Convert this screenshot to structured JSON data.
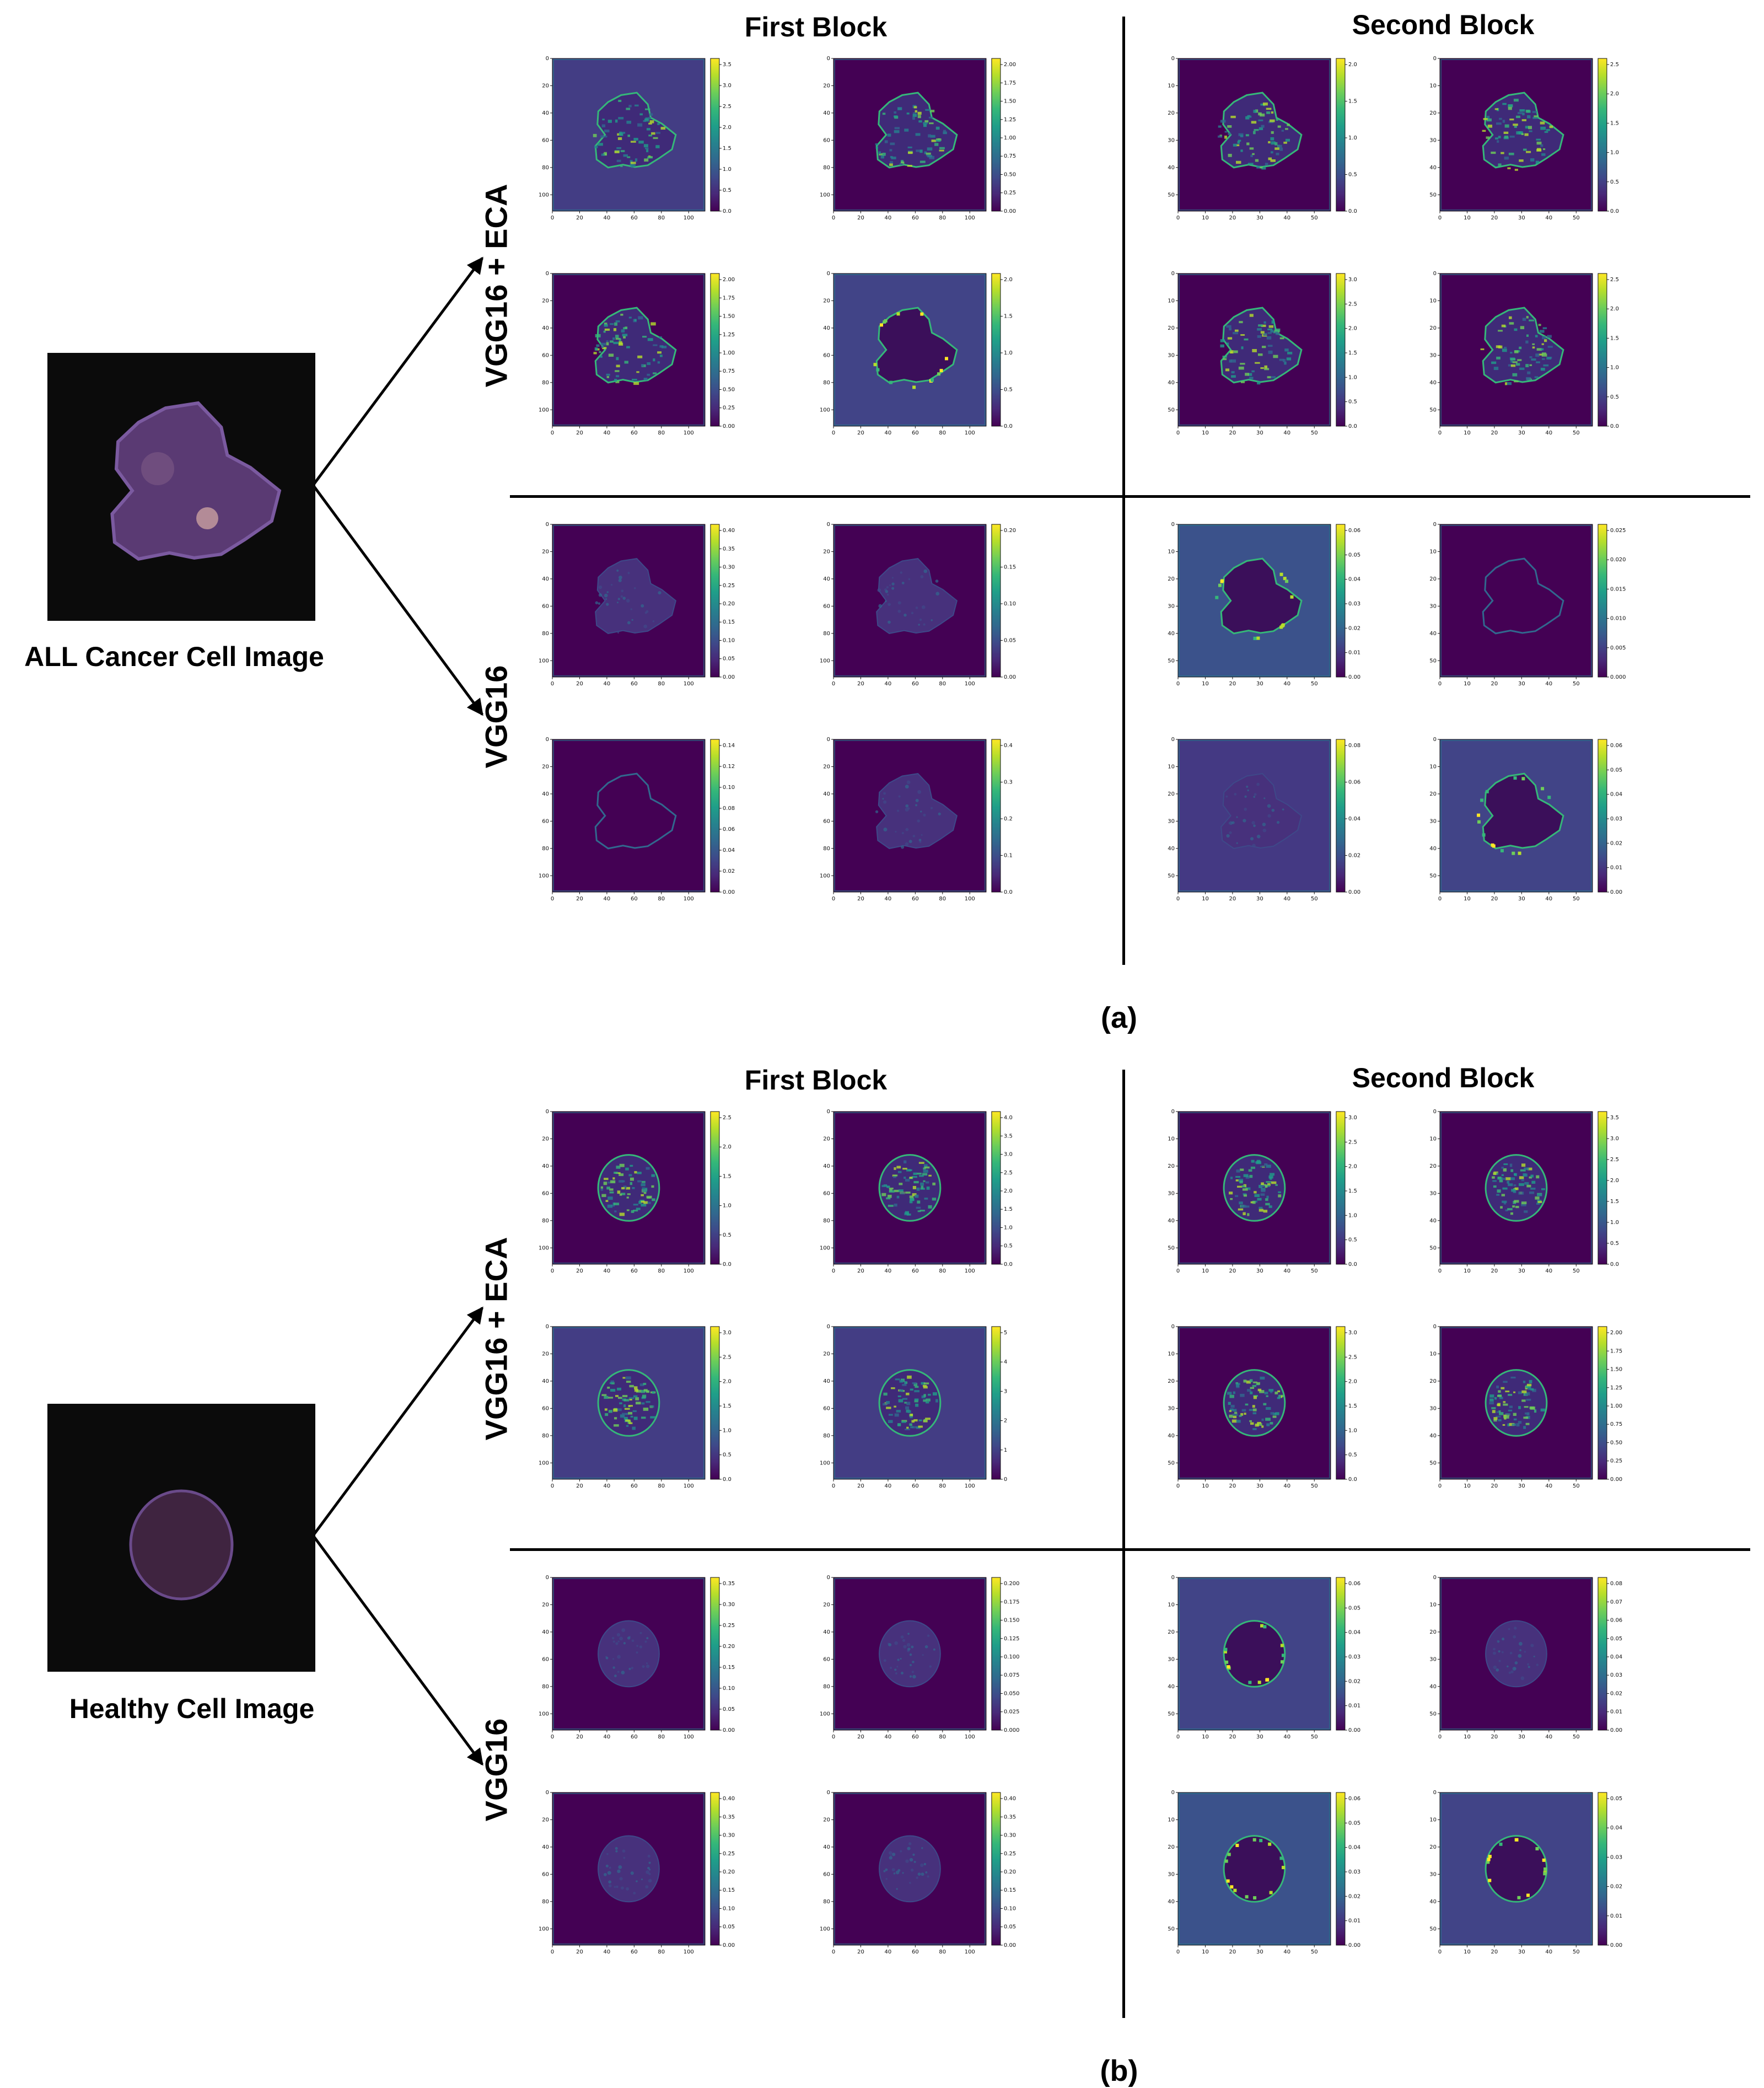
{
  "colors": {
    "line": "#000000",
    "background": "#ffffff",
    "cell_bg": "#0b0b0b"
  },
  "icons": {
    "arrow": "arrow-right-icon"
  },
  "panels": [
    {
      "label": "(a)",
      "caption": "ALL Cancer Cell Image",
      "col_headers": [
        "First Block",
        "Second Block"
      ],
      "row_labels": [
        "VGG16 + ECA",
        "VGG16"
      ],
      "cell_shape": "irregular",
      "maps": [
        {
          "block": "first",
          "model": "VGG16 + ECA",
          "cbar": [
            "0.0",
            "0.5",
            "1.0",
            "1.5",
            "2.0",
            "2.5",
            "3.0",
            "3.5"
          ],
          "bg": "#433d84",
          "render": "texture"
        },
        {
          "block": "first",
          "model": "VGG16 + ECA",
          "cbar": [
            "0.00",
            "0.25",
            "0.50",
            "0.75",
            "1.00",
            "1.25",
            "1.50",
            "1.75",
            "2.00"
          ],
          "bg": "#440154",
          "render": "texture"
        },
        {
          "block": "first",
          "model": "VGG16 + ECA",
          "cbar": [
            "0.00",
            "0.25",
            "0.50",
            "0.75",
            "1.00",
            "1.25",
            "1.50",
            "1.75",
            "2.00"
          ],
          "bg": "#440154",
          "render": "texture"
        },
        {
          "block": "first",
          "model": "VGG16 + ECA",
          "cbar": [
            "0.0",
            "0.5",
            "1.0",
            "1.5",
            "2.0"
          ],
          "bg": "#414487",
          "render": "dark-interior"
        },
        {
          "block": "first",
          "model": "VGG16",
          "cbar": [
            "0.00",
            "0.05",
            "0.10",
            "0.15",
            "0.20",
            "0.25",
            "0.30",
            "0.35",
            "0.40"
          ],
          "bg": "#440154",
          "render": "faint"
        },
        {
          "block": "first",
          "model": "VGG16",
          "cbar": [
            "0.00",
            "0.05",
            "0.10",
            "0.15",
            "0.20"
          ],
          "bg": "#440154",
          "render": "faint"
        },
        {
          "block": "first",
          "model": "VGG16",
          "cbar": [
            "0.00",
            "0.02",
            "0.04",
            "0.06",
            "0.08",
            "0.10",
            "0.12",
            "0.14"
          ],
          "bg": "#440154",
          "render": "edges"
        },
        {
          "block": "first",
          "model": "VGG16",
          "cbar": [
            "0.0",
            "0.1",
            "0.2",
            "0.3",
            "0.4"
          ],
          "bg": "#440154",
          "render": "faint"
        },
        {
          "block": "second",
          "model": "VGG16 + ECA",
          "cbar": [
            "0.0",
            "0.5",
            "1.0",
            "1.5",
            "2.0"
          ],
          "bg": "#440154",
          "render": "texture"
        },
        {
          "block": "second",
          "model": "VGG16 + ECA",
          "cbar": [
            "0.0",
            "0.5",
            "1.0",
            "1.5",
            "2.0",
            "2.5"
          ],
          "bg": "#440154",
          "render": "texture"
        },
        {
          "block": "second",
          "model": "VGG16 + ECA",
          "cbar": [
            "0.0",
            "0.5",
            "1.0",
            "1.5",
            "2.0",
            "2.5",
            "3.0"
          ],
          "bg": "#440154",
          "render": "texture"
        },
        {
          "block": "second",
          "model": "VGG16 + ECA",
          "cbar": [
            "0.0",
            "0.5",
            "1.0",
            "1.5",
            "2.0",
            "2.5"
          ],
          "bg": "#440154",
          "render": "texture"
        },
        {
          "block": "second",
          "model": "VGG16",
          "cbar": [
            "0.00",
            "0.01",
            "0.02",
            "0.03",
            "0.04",
            "0.05",
            "0.06"
          ],
          "bg": "#3b528b",
          "render": "dark-interior"
        },
        {
          "block": "second",
          "model": "VGG16",
          "cbar": [
            "0.000",
            "0.005",
            "0.010",
            "0.015",
            "0.020",
            "0.025"
          ],
          "bg": "#440154",
          "render": "edges"
        },
        {
          "block": "second",
          "model": "VGG16",
          "cbar": [
            "0.00",
            "0.02",
            "0.04",
            "0.06",
            "0.08"
          ],
          "bg": "#443983",
          "render": "faint"
        },
        {
          "block": "second",
          "model": "VGG16",
          "cbar": [
            "0.00",
            "0.01",
            "0.02",
            "0.03",
            "0.04",
            "0.05",
            "0.06"
          ],
          "bg": "#414487",
          "render": "dark-interior"
        }
      ]
    },
    {
      "label": "(b)",
      "caption": "Healthy Cell Image",
      "col_headers": [
        "First Block",
        "Second Block"
      ],
      "row_labels": [
        "VGG16 + ECA",
        "VGG16"
      ],
      "cell_shape": "round",
      "maps": [
        {
          "block": "first",
          "model": "VGG16 + ECA",
          "cbar": [
            "0.0",
            "0.5",
            "1.0",
            "1.5",
            "2.0",
            "2.5"
          ],
          "bg": "#440154",
          "render": "texture"
        },
        {
          "block": "first",
          "model": "VGG16 + ECA",
          "cbar": [
            "0.0",
            "0.5",
            "1.0",
            "1.5",
            "2.0",
            "2.5",
            "3.0",
            "3.5",
            "4.0"
          ],
          "bg": "#440154",
          "render": "texture"
        },
        {
          "block": "first",
          "model": "VGG16 + ECA",
          "cbar": [
            "0.0",
            "0.5",
            "1.0",
            "1.5",
            "2.0",
            "2.5",
            "3.0"
          ],
          "bg": "#433d84",
          "render": "texture"
        },
        {
          "block": "first",
          "model": "VGG16 + ECA",
          "cbar": [
            "0",
            "1",
            "2",
            "3",
            "4",
            "5"
          ],
          "bg": "#433d84",
          "render": "texture"
        },
        {
          "block": "first",
          "model": "VGG16",
          "cbar": [
            "0.00",
            "0.05",
            "0.10",
            "0.15",
            "0.20",
            "0.25",
            "0.30",
            "0.35"
          ],
          "bg": "#440154",
          "render": "faint"
        },
        {
          "block": "first",
          "model": "VGG16",
          "cbar": [
            "0.000",
            "0.025",
            "0.050",
            "0.075",
            "0.100",
            "0.125",
            "0.150",
            "0.175",
            "0.200"
          ],
          "bg": "#440154",
          "render": "faint"
        },
        {
          "block": "first",
          "model": "VGG16",
          "cbar": [
            "0.00",
            "0.05",
            "0.10",
            "0.15",
            "0.20",
            "0.25",
            "0.30",
            "0.35",
            "0.40"
          ],
          "bg": "#440154",
          "render": "faint"
        },
        {
          "block": "first",
          "model": "VGG16",
          "cbar": [
            "0.00",
            "0.05",
            "0.10",
            "0.15",
            "0.20",
            "0.25",
            "0.30",
            "0.35",
            "0.40"
          ],
          "bg": "#440154",
          "render": "faint"
        },
        {
          "block": "second",
          "model": "VGG16 + ECA",
          "cbar": [
            "0.0",
            "0.5",
            "1.0",
            "1.5",
            "2.0",
            "2.5",
            "3.0"
          ],
          "bg": "#440154",
          "render": "texture"
        },
        {
          "block": "second",
          "model": "VGG16 + ECA",
          "cbar": [
            "0.0",
            "0.5",
            "1.0",
            "1.5",
            "2.0",
            "2.5",
            "3.0",
            "3.5"
          ],
          "bg": "#440154",
          "render": "texture"
        },
        {
          "block": "second",
          "model": "VGG16 + ECA",
          "cbar": [
            "0.0",
            "0.5",
            "1.0",
            "1.5",
            "2.0",
            "2.5",
            "3.0"
          ],
          "bg": "#440154",
          "render": "texture"
        },
        {
          "block": "second",
          "model": "VGG16 + ECA",
          "cbar": [
            "0.00",
            "0.25",
            "0.50",
            "0.75",
            "1.00",
            "1.25",
            "1.50",
            "1.75",
            "2.00"
          ],
          "bg": "#440154",
          "render": "texture"
        },
        {
          "block": "second",
          "model": "VGG16",
          "cbar": [
            "0.00",
            "0.01",
            "0.02",
            "0.03",
            "0.04",
            "0.05",
            "0.06"
          ],
          "bg": "#414487",
          "render": "dark-interior"
        },
        {
          "block": "second",
          "model": "VGG16",
          "cbar": [
            "0.00",
            "0.01",
            "0.02",
            "0.03",
            "0.04",
            "0.05",
            "0.06",
            "0.07",
            "0.08"
          ],
          "bg": "#440154",
          "render": "faint"
        },
        {
          "block": "second",
          "model": "VGG16",
          "cbar": [
            "0.00",
            "0.01",
            "0.02",
            "0.03",
            "0.04",
            "0.05",
            "0.06"
          ],
          "bg": "#3b528b",
          "render": "dark-interior"
        },
        {
          "block": "second",
          "model": "VGG16",
          "cbar": [
            "0.00",
            "0.01",
            "0.02",
            "0.03",
            "0.04",
            "0.05"
          ],
          "bg": "#414487",
          "render": "dark-interior"
        }
      ]
    }
  ],
  "axis_ticks": {
    "first": {
      "x": [
        "0",
        "20",
        "40",
        "60",
        "80",
        "100"
      ],
      "y": [
        "0",
        "20",
        "40",
        "60",
        "80",
        "100"
      ]
    },
    "second": {
      "x": [
        "0",
        "10",
        "20",
        "30",
        "40",
        "50"
      ],
      "y": [
        "0",
        "10",
        "20",
        "30",
        "40",
        "50"
      ]
    }
  }
}
